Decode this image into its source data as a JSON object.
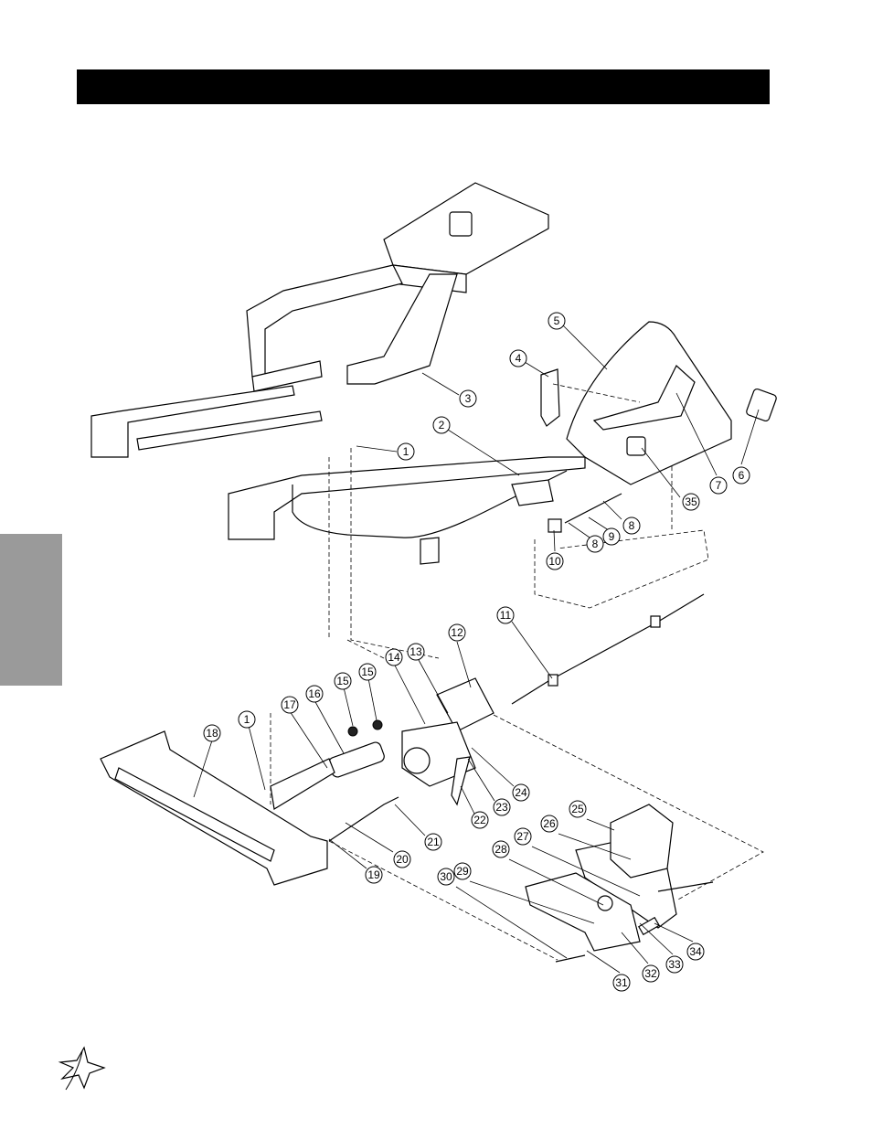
{
  "callouts": [
    {
      "label": "1"
    },
    {
      "label": "2"
    },
    {
      "label": "3"
    },
    {
      "label": "4"
    },
    {
      "label": "5"
    },
    {
      "label": "6"
    },
    {
      "label": "7"
    },
    {
      "label": "8"
    },
    {
      "label": "8"
    },
    {
      "label": "9"
    },
    {
      "label": "10"
    },
    {
      "label": "35"
    },
    {
      "label": "11"
    },
    {
      "label": "12"
    },
    {
      "label": "13"
    },
    {
      "label": "14"
    },
    {
      "label": "15"
    },
    {
      "label": "15"
    },
    {
      "label": "16"
    },
    {
      "label": "17"
    },
    {
      "label": "1"
    },
    {
      "label": "18"
    },
    {
      "label": "19"
    },
    {
      "label": "20"
    },
    {
      "label": "21"
    },
    {
      "label": "22"
    },
    {
      "label": "23"
    },
    {
      "label": "24"
    },
    {
      "label": "25"
    },
    {
      "label": "26"
    },
    {
      "label": "27"
    },
    {
      "label": "28"
    },
    {
      "label": "29"
    },
    {
      "label": "30"
    },
    {
      "label": "31"
    },
    {
      "label": "32"
    },
    {
      "label": "33"
    },
    {
      "label": "34"
    }
  ],
  "colors": {
    "bar": "#000000",
    "tab": "#9a9a9a"
  },
  "logo": {
    "icon": "star-logo-icon"
  }
}
